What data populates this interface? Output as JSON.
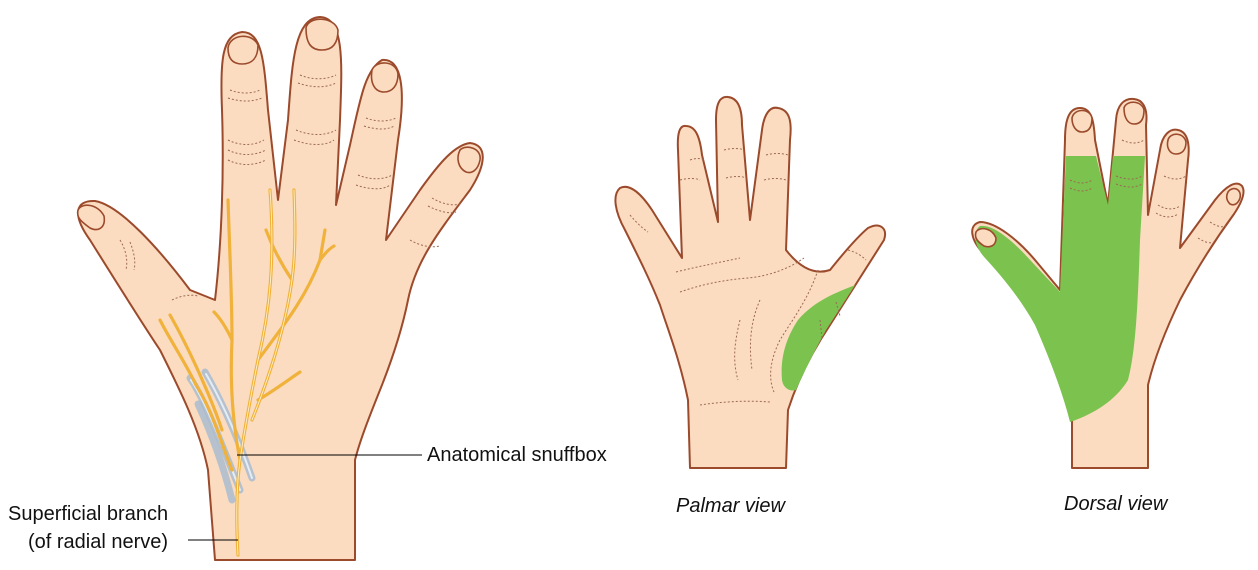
{
  "labels": {
    "anatomical_snuffbox": "Anatomical snuffbox",
    "superficial_branch_line1": "Superficial branch",
    "superficial_branch_line2": "(of radial nerve)"
  },
  "captions": {
    "palmar": "Palmar view",
    "dorsal": "Dorsal view"
  },
  "colors": {
    "skin": "#fbdcc0",
    "outline": "#9c4a2c",
    "nerve": "#f0b23a",
    "tendon": "#9fb8d2",
    "sensory_area": "#7cc24f"
  }
}
